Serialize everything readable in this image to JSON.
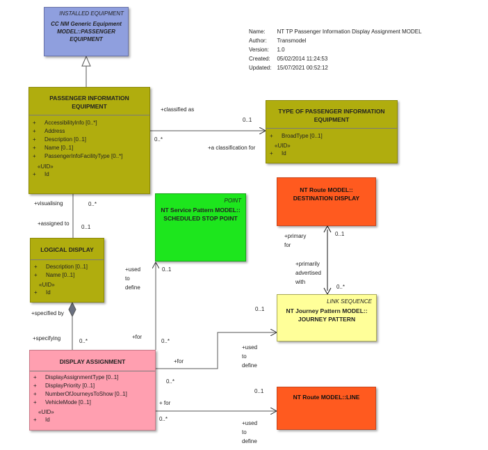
{
  "meta": {
    "rows": [
      {
        "key": "Name:",
        "value": "NT TP Passenger Information Display Assignment MODEL"
      },
      {
        "key": "Author:",
        "value": "Transmodel"
      },
      {
        "key": "Version:",
        "value": "1.0"
      },
      {
        "key": "Created:",
        "value": "05/02/2014 11:24:53"
      },
      {
        "key": "Updated:",
        "value": "15/07/2021 00:52:12"
      }
    ]
  },
  "installed_equipment": {
    "stereotype": "INSTALLED EQUIPMENT",
    "title_line1": "CC NM Generic Equipment",
    "title_line2": "MODEL::PASSENGER",
    "title_line3": "EQUIPMENT"
  },
  "passenger_info_equipment": {
    "title_line1": "PASSENGER INFORMATION",
    "title_line2": "EQUIPMENT",
    "attributes": [
      {
        "vis": "+",
        "name": "AccessibilityInfo [0..*]"
      },
      {
        "vis": "+",
        "name": "Address"
      },
      {
        "vis": "+",
        "name": "Description [0..1]"
      },
      {
        "vis": "+",
        "name": "Name [0..1]"
      },
      {
        "vis": "+",
        "name": "PassengerInfoFacilityType [0..*]"
      }
    ],
    "uid_label": "«UID»",
    "uid_attr": {
      "vis": "+",
      "name": "Id"
    }
  },
  "type_of_pie": {
    "title_line1": "TYPE OF PASSENGER INFORMATION",
    "title_line2": "EQUIPMENT",
    "attributes": [
      {
        "vis": "+",
        "name": "BroadType [0..1]"
      }
    ],
    "uid_label": "«UID»",
    "uid_attr": {
      "vis": "+",
      "name": "Id"
    }
  },
  "logical_display": {
    "title": "LOGICAL DISPLAY",
    "attributes": [
      {
        "vis": "+",
        "name": "Description [0..1]"
      },
      {
        "vis": "+",
        "name": "Name [0..1]"
      }
    ],
    "uid_label": "«UID»",
    "uid_attr": {
      "vis": "+",
      "name": "Id"
    }
  },
  "scheduled_stop_point": {
    "stereotype": "POINT",
    "title_line1": "NT Service Pattern MODEL::",
    "title_line2": "SCHEDULED STOP POINT"
  },
  "destination_display": {
    "title_line1": "NT Route MODEL::",
    "title_line2": "DESTINATION DISPLAY"
  },
  "journey_pattern": {
    "stereotype": "LINK SEQUENCE",
    "title_line1": "NT Journey Pattern MODEL::",
    "title_line2": "JOURNEY PATTERN"
  },
  "display_assignment": {
    "title": "DISPLAY ASSIGNMENT",
    "attributes": [
      {
        "vis": "+",
        "name": "DisplayAssignmentType [0..1]"
      },
      {
        "vis": "+",
        "name": "DisplayPriority [0..1]"
      },
      {
        "vis": "+",
        "name": "NumberOfJourneysToShow [0..1]"
      },
      {
        "vis": "+",
        "name": "VehicleMode [0..1]"
      }
    ],
    "uid_label": "«UID»",
    "uid_attr": {
      "vis": "+",
      "name": "Id"
    }
  },
  "line": {
    "title": "NT Route MODEL::LINE"
  },
  "labels": {
    "classified_as": "+classified as",
    "mult_0_1_type": "0..1",
    "mult_0_many_pie": "0..*",
    "a_classification_for": "+a classification for",
    "visualising": "+visualising",
    "mult_0_many_vis": "0..*",
    "assigned_to": "+assigned to",
    "mult_0_1_assigned": "0..1",
    "used_to_define_ssp_1": "+used",
    "used_to_define_ssp_2": "to",
    "used_to_define_ssp_3": "define",
    "mult_0_1_ssp": "0..1",
    "primary_for_1": "+primary",
    "primary_for_2": "for",
    "mult_0_1_dd": "0..1",
    "primarily_adv_1": "+primarily",
    "primarily_adv_2": "advertised",
    "primarily_adv_3": "with",
    "mult_0_many_jp_top": "0..*",
    "mult_0_1_jp": "0..1",
    "specified_by": "+specified by",
    "specifying": "+specifying",
    "mult_0_many_spec": "0..*",
    "for_ssp": "+for",
    "mult_0_many_ssp": "0..*",
    "for_jp": "+for",
    "mult_0_many_jp": "0..*",
    "used_to_define_jp_1": "+used",
    "used_to_define_jp_2": "to",
    "used_to_define_jp_3": "define",
    "mult_0_1_line": "0..1",
    "for_line": "+ for",
    "mult_0_many_line": "0..*",
    "used_to_define_line_1": "+used",
    "used_to_define_line_2": "to",
    "used_to_define_line_3": "define"
  },
  "colors": {
    "installed_equipment": "#8f9fde",
    "olive_class": "#b0ad0e",
    "scheduled_stop_point": "#1de61d",
    "route_model": "#ff5a1f",
    "journey_pattern": "#ffff99",
    "display_assignment": "#ff9fb0"
  }
}
